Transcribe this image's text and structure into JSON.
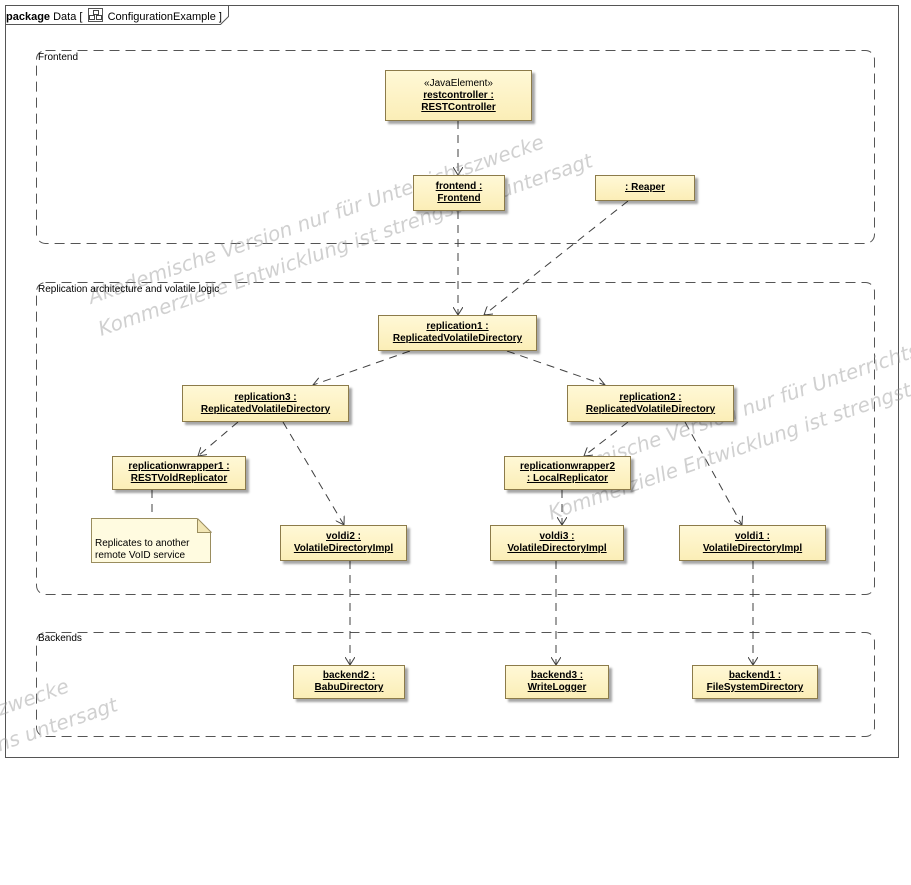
{
  "package": {
    "keyword": "package",
    "name": "Data",
    "diagram_name": "ConfigurationExample",
    "bracket_open": "[",
    "bracket_close": "]"
  },
  "regions": {
    "frontend": "Frontend",
    "replication": "Replication architecture and volatile logic",
    "backends": "Backends"
  },
  "nodes": {
    "restcontroller": {
      "stereotype": "«JavaElement»",
      "line1": "restcontroller :",
      "line2": "RESTController"
    },
    "frontend": {
      "line1": "frontend :",
      "line2": "Frontend"
    },
    "reaper": {
      "line1": ": Reaper"
    },
    "replication1": {
      "line1": "replication1 :",
      "line2": "ReplicatedVolatileDirectory"
    },
    "replication3": {
      "line1": "replication3 :",
      "line2": "ReplicatedVolatileDirectory"
    },
    "replication2": {
      "line1": "replication2 :",
      "line2": "ReplicatedVolatileDirectory"
    },
    "replicationwrapper1": {
      "line1": "replicationwrapper1 :",
      "line2": "RESTVoldReplicator"
    },
    "replicationwrapper2": {
      "line1": "replicationwrapper2",
      "line2": ": LocalReplicator"
    },
    "voldi2": {
      "line1": "voldi2 :",
      "line2": "VolatileDirectoryImpl"
    },
    "voldi3": {
      "line1": "voldi3 :",
      "line2": "VolatileDirectoryImpl"
    },
    "voldi1": {
      "line1": "voldi1 :",
      "line2": "VolatileDirectoryImpl"
    },
    "backend2": {
      "line1": "backend2 :",
      "line2": "BabuDirectory"
    },
    "backend3": {
      "line1": "backend3 :",
      "line2": "WriteLogger"
    },
    "backend1": {
      "line1": "backend1 :",
      "line2": "FileSystemDirectory"
    }
  },
  "note": {
    "line1": "Replicates to another",
    "line2": "remote VoID service"
  },
  "watermarks": {
    "line_a": "Akademische Version nur für Unterrichtszwecke",
    "line_b": "Kommerzielle Entwicklung ist strengstens untersagt"
  },
  "colors": {
    "node_fill": "#fbeeb7",
    "node_border": "#8c7b4a",
    "dashed_line": "#404040"
  }
}
